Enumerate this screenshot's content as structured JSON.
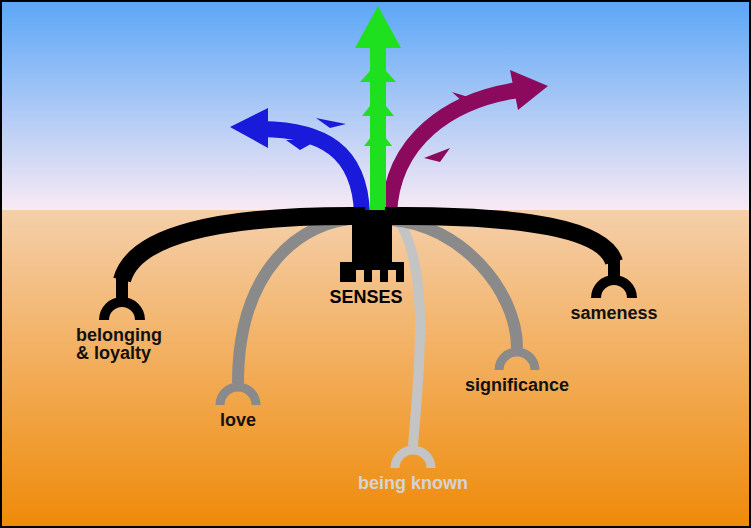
{
  "diagram": {
    "labels": [
      "SENSES",
      "sameness",
      "belonging & loyalty",
      "significance",
      "love",
      "being known"
    ]
  }
}
